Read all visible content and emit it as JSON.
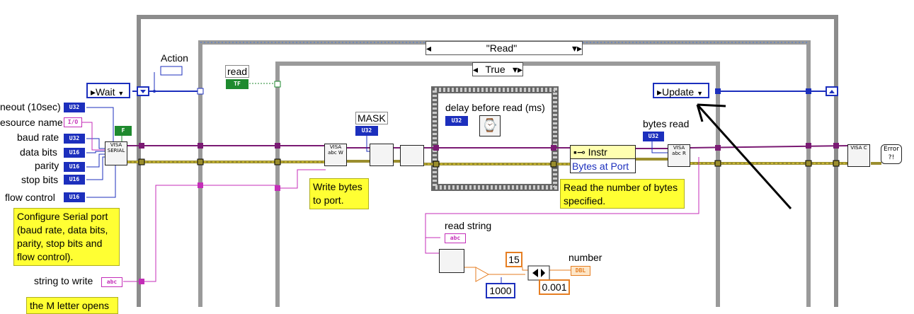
{
  "left_controls": {
    "timeout_label": "neout (10sec)",
    "timeout_type": "U32",
    "resource_label": "esource name",
    "resource_type": "I/O",
    "baud_label": "baud rate",
    "baud_type": "U32",
    "databits_label": "data bits",
    "databits_type": "U16",
    "parity_label": "parity",
    "parity_type": "U16",
    "stopbits_label": "stop bits",
    "stopbits_type": "U16",
    "flow_label": "flow control",
    "flow_type": "U16",
    "string_label": "string to write",
    "string_type": "abc",
    "tf_const": "F"
  },
  "wait_enum": "Wait",
  "action_label": "Action",
  "notes": {
    "configure": "Configure Serial port (baud rate, data bits, parity, stop bits and flow control).",
    "m_letter": "the M letter opens",
    "write_bytes": "Write bytes to port.",
    "read_number": "Read the number of bytes specified."
  },
  "case_outer": "\"Read\"",
  "case_inner": "True",
  "read_label": "read",
  "read_type": "TF",
  "mask_label": "MASK",
  "mask_type": "U32",
  "delay_label": "delay before read (ms)",
  "delay_type": "U32",
  "property_node": {
    "class": "Instr",
    "property": "Bytes at Port"
  },
  "bytes_read_label": "bytes read",
  "bytes_read_type": "U32",
  "update_enum": "Update",
  "read_string_label": "read string",
  "read_string_type": "abc",
  "const_15": "15",
  "const_1000": "1000",
  "const_0001": "0.001",
  "number_label": "number",
  "number_type": "DBL",
  "visa_labels": {
    "serial": "VISA SERIAL",
    "write": "VISA abc W",
    "read": "VISA abc R",
    "close": "VISA C"
  },
  "error_label": "Error ?!"
}
